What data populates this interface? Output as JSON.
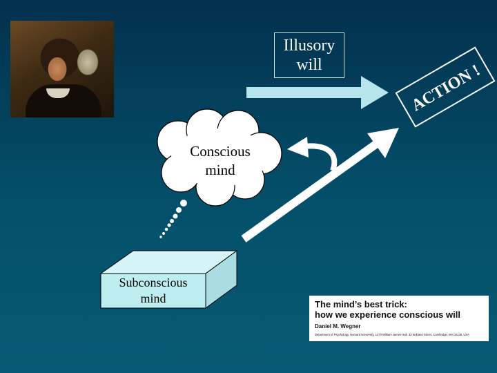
{
  "illusory_will": {
    "line1": "Illusory",
    "line2": "will"
  },
  "action": {
    "label": "ACTION !"
  },
  "conscious_mind": {
    "line1": "Conscious",
    "line2": "mind"
  },
  "subconscious_mind": {
    "line1": "Subconscious",
    "line2": "mind"
  },
  "paper": {
    "title_line1": "The mind’s best trick:",
    "title_line2": "how we experience conscious will",
    "author": "Daniel M. Wegner",
    "affiliation": "Department of Psychology, Harvard University, 1470 William James Hall, 33 Kirkland Street, Cambridge, MA 02138, USA"
  },
  "colors": {
    "background_top": "#02304d",
    "background_bottom": "#075a73",
    "arrow_light": "#b6e6ec",
    "box_face": "#bfeef0",
    "white": "#ffffff"
  }
}
